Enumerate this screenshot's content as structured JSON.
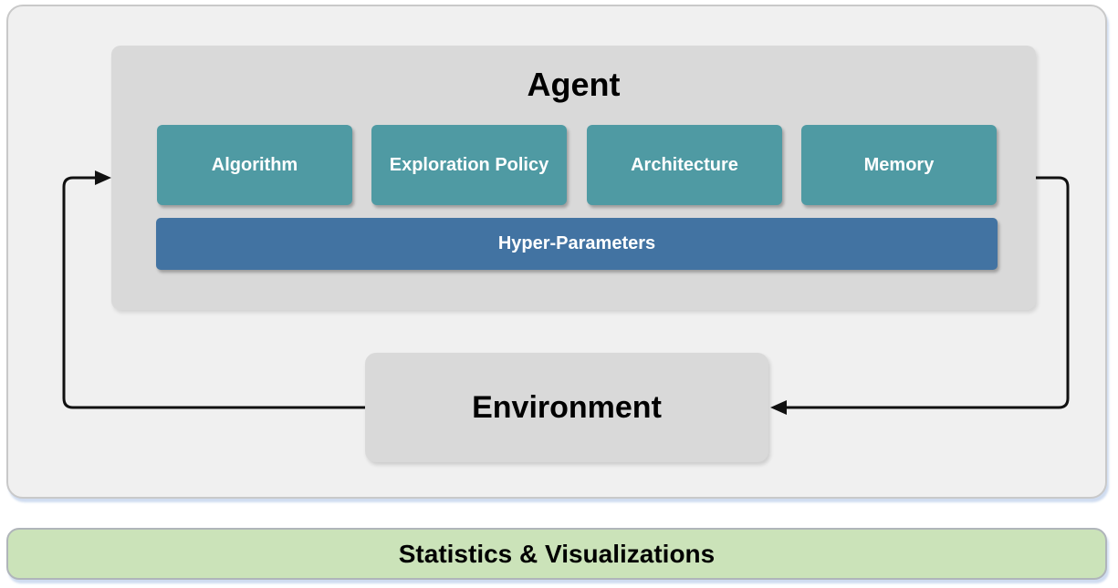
{
  "figure": {
    "agent": {
      "title": "Agent",
      "modules": [
        {
          "label": "Algorithm"
        },
        {
          "label": "Exploration Policy"
        },
        {
          "label": "Architecture"
        },
        {
          "label": "Memory"
        }
      ],
      "hyper_parameters": {
        "label": "Hyper-Parameters"
      }
    },
    "environment": {
      "title": "Environment"
    },
    "stats_bar": {
      "label": "Statistics & Visualizations"
    },
    "arrows": [
      {
        "name": "environment-to-agent-loop",
        "direction": "up-then-right"
      },
      {
        "name": "agent-to-environment-loop",
        "direction": "down-then-left"
      }
    ]
  },
  "colors": {
    "panel-bg": "#f0f0f0",
    "panel-border": "#c9c9c9",
    "box-gray": "#d9d9d9",
    "module-teal": "#4f9aa3",
    "hyper-blue": "#4273a2",
    "stats-green": "#cbe3b9",
    "stats-border": "#b0b5ba",
    "arrow-black": "#111111"
  }
}
